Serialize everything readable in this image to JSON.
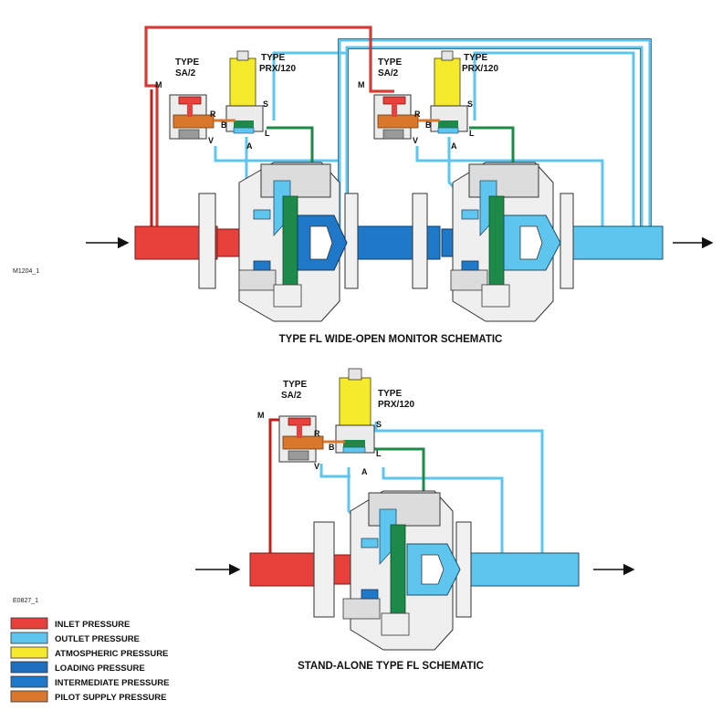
{
  "colors": {
    "inlet": "#e8403a",
    "outlet": "#5ec6ee",
    "atmospheric": "#f6ea2d",
    "loading": "#1f6fc0",
    "intermediate": "#1f78c8",
    "pilot_supply": "#d9782d",
    "monitor_line": "#1d8a4a"
  },
  "figure_codes": {
    "top": "M1204_1",
    "bottom": "E0827_1"
  },
  "captions": {
    "top": "TYPE FL WIDE-OPEN MONITOR SCHEMATIC",
    "bottom": "STAND-ALONE TYPE FL SCHEMATIC"
  },
  "pilot_labels": {
    "sa2_line1": "TYPE",
    "sa2_line2": "SA/2",
    "prx_line1": "TYPE",
    "prx_line2": "PRX/120"
  },
  "ports": {
    "M": "M",
    "R": "R",
    "B": "B",
    "V": "V",
    "A": "A",
    "S": "S",
    "L": "L"
  },
  "legend": [
    {
      "key": "inlet",
      "label": "INLET PRESSURE",
      "color": "#e8403a"
    },
    {
      "key": "outlet",
      "label": "OUTLET PRESSURE",
      "color": "#5ec6ee"
    },
    {
      "key": "atmospheric",
      "label": "ATMOSPHERIC PRESSURE",
      "color": "#f6ea2d"
    },
    {
      "key": "loading",
      "label": "LOADING PRESSURE",
      "color": "#1f6fc0"
    },
    {
      "key": "intermediate",
      "label": "INTERMEDIATE PRESSURE",
      "color": "#1f78c8"
    },
    {
      "key": "pilot_supply",
      "label": "PILOT SUPPLY PRESSURE",
      "color": "#d9782d"
    }
  ]
}
